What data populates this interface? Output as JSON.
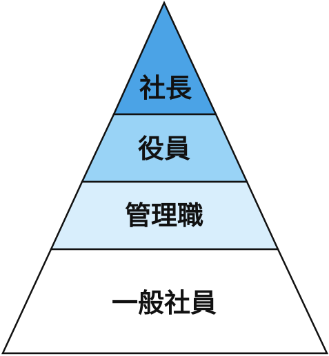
{
  "diagram": {
    "tiers": [
      {
        "label": "社長",
        "fill": "#4ba3e6"
      },
      {
        "label": "役員",
        "fill": "#99d3f6"
      },
      {
        "label": "管理職",
        "fill": "#d8eefc"
      },
      {
        "label": "一般社員",
        "fill": "#ffffff"
      }
    ],
    "outline_color": "#111111"
  }
}
